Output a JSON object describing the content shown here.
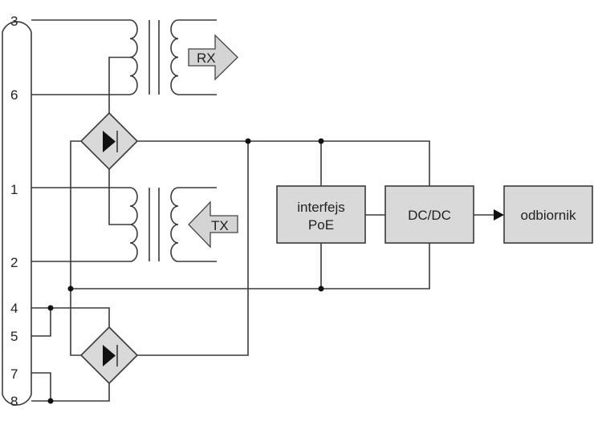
{
  "connector": {
    "pins": [
      {
        "label": "3"
      },
      {
        "label": "6"
      },
      {
        "label": "1"
      },
      {
        "label": "2"
      },
      {
        "label": "4"
      },
      {
        "label": "5"
      },
      {
        "label": "7"
      },
      {
        "label": "8"
      }
    ]
  },
  "transformers": [
    {
      "name": "rx-transformer",
      "arrow_label": "RX",
      "arrow_direction": "right"
    },
    {
      "name": "tx-transformer",
      "arrow_label": "TX",
      "arrow_direction": "left"
    }
  ],
  "bridges": [
    {
      "name": "upper-diode-bridge"
    },
    {
      "name": "lower-diode-bridge"
    }
  ],
  "blocks": {
    "poe_interface": {
      "line1": "interfejs",
      "line2": "PoE"
    },
    "dcdc": {
      "label": "DC/DC"
    },
    "load": {
      "label": "odbiornik"
    }
  },
  "colors": {
    "block_fill": "#d9d9d9",
    "line": "#3a3a3a"
  }
}
